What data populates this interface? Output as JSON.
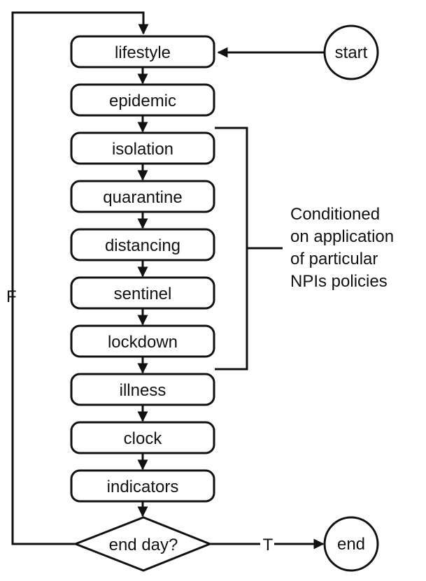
{
  "steps": [
    "lifestyle",
    "epidemic",
    "isolation",
    "quarantine",
    "distancing",
    "sentinel",
    "lockdown",
    "illness",
    "clock",
    "indicators"
  ],
  "start_label": "start",
  "end_label": "end",
  "decision_label": "end day?",
  "true_label": "T",
  "false_label": "F",
  "note_lines": [
    "Conditioned",
    "on application",
    "of particular",
    "NPIs policies"
  ]
}
